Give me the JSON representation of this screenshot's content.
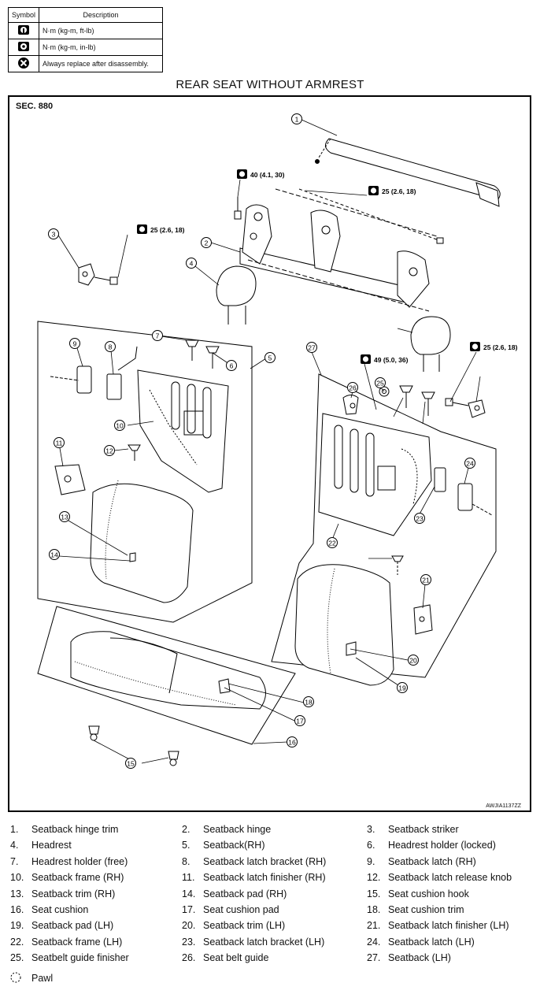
{
  "legend": {
    "header_symbol": "Symbol",
    "header_description": "Description",
    "rows": [
      {
        "icon": "torque-wrench-icon",
        "text": "N·m (kg-m, ft-lb)"
      },
      {
        "icon": "torque-wrench-small-icon",
        "text": "N·m (kg-m, in-lb)"
      },
      {
        "icon": "always-replace-icon",
        "text": "Always replace after disassembly."
      }
    ]
  },
  "diagram": {
    "title": "REAR SEAT WITHOUT ARMREST",
    "section": "SEC. 880",
    "figure_code": "AWJIA1137ZZ",
    "callouts": [
      "1",
      "2",
      "3",
      "4",
      "5",
      "6",
      "7",
      "8",
      "9",
      "10",
      "11",
      "12",
      "13",
      "14",
      "15",
      "16",
      "17",
      "18",
      "19",
      "20",
      "21",
      "22",
      "23",
      "24",
      "25",
      "26",
      "27"
    ],
    "torques": [
      "40 (4.1, 30)",
      "25 (2.6, 18)",
      "25 (2.6, 18)",
      "25 (2.6, 18)",
      "49 (5.0, 36)"
    ]
  },
  "parts": [
    {
      "num": "1.",
      "name": "Seatback hinge trim"
    },
    {
      "num": "2.",
      "name": "Seatback hinge"
    },
    {
      "num": "3.",
      "name": "Seatback striker"
    },
    {
      "num": "4.",
      "name": "Headrest"
    },
    {
      "num": "5.",
      "name": "Seatback(RH)"
    },
    {
      "num": "6.",
      "name": "Headrest holder (locked)"
    },
    {
      "num": "7.",
      "name": "Headrest holder (free)"
    },
    {
      "num": "8.",
      "name": "Seatback latch bracket (RH)"
    },
    {
      "num": "9.",
      "name": "Seatback latch (RH)"
    },
    {
      "num": "10.",
      "name": "Seatback frame (RH)"
    },
    {
      "num": "11.",
      "name": "Seatback latch finisher (RH)"
    },
    {
      "num": "12.",
      "name": "Seatback latch release knob"
    },
    {
      "num": "13.",
      "name": "Seatback trim (RH)"
    },
    {
      "num": "14.",
      "name": "Seatback pad (RH)"
    },
    {
      "num": "15.",
      "name": "Seat cushion hook"
    },
    {
      "num": "16.",
      "name": "Seat cushion"
    },
    {
      "num": "17.",
      "name": "Seat cushion pad"
    },
    {
      "num": "18.",
      "name": "Seat cushion trim"
    },
    {
      "num": "19.",
      "name": "Seatback pad (LH)"
    },
    {
      "num": "20.",
      "name": "Seatback trim (LH)"
    },
    {
      "num": "21.",
      "name": "Seatback latch finisher (LH)"
    },
    {
      "num": "22.",
      "name": "Seatback frame (LH)"
    },
    {
      "num": "23.",
      "name": "Seatback latch bracket (LH)"
    },
    {
      "num": "24.",
      "name": "Seatback latch (LH)"
    },
    {
      "num": "25.",
      "name": "Seatbelt guide finisher"
    },
    {
      "num": "26.",
      "name": "Seat belt guide"
    },
    {
      "num": "27.",
      "name": "Seatback (LH)"
    }
  ],
  "pawl": {
    "icon": "pawl-icon",
    "name": "Pawl"
  }
}
